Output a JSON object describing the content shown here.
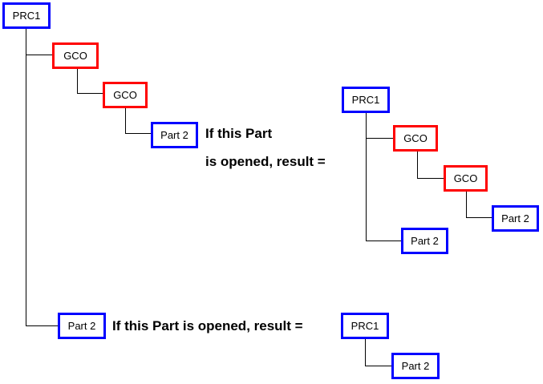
{
  "colors": {
    "part_border": "#0000ff",
    "gco_border": "#ff0000",
    "connector": "#000000"
  },
  "tree1": {
    "root": "PRC1",
    "gco1": "GCO",
    "gco2": "GCO",
    "part_nested": "Part 2",
    "part_direct": "Part 2"
  },
  "note1": {
    "line1": "If this Part",
    "line2": "is opened, result ="
  },
  "result1": {
    "root": "PRC1",
    "gco1": "GCO",
    "gco2": "GCO",
    "part_nested": "Part 2",
    "part_direct": "Part 2"
  },
  "note2": {
    "text": "If this Part is opened, result ="
  },
  "result2": {
    "root": "PRC1",
    "part": "Part 2"
  }
}
